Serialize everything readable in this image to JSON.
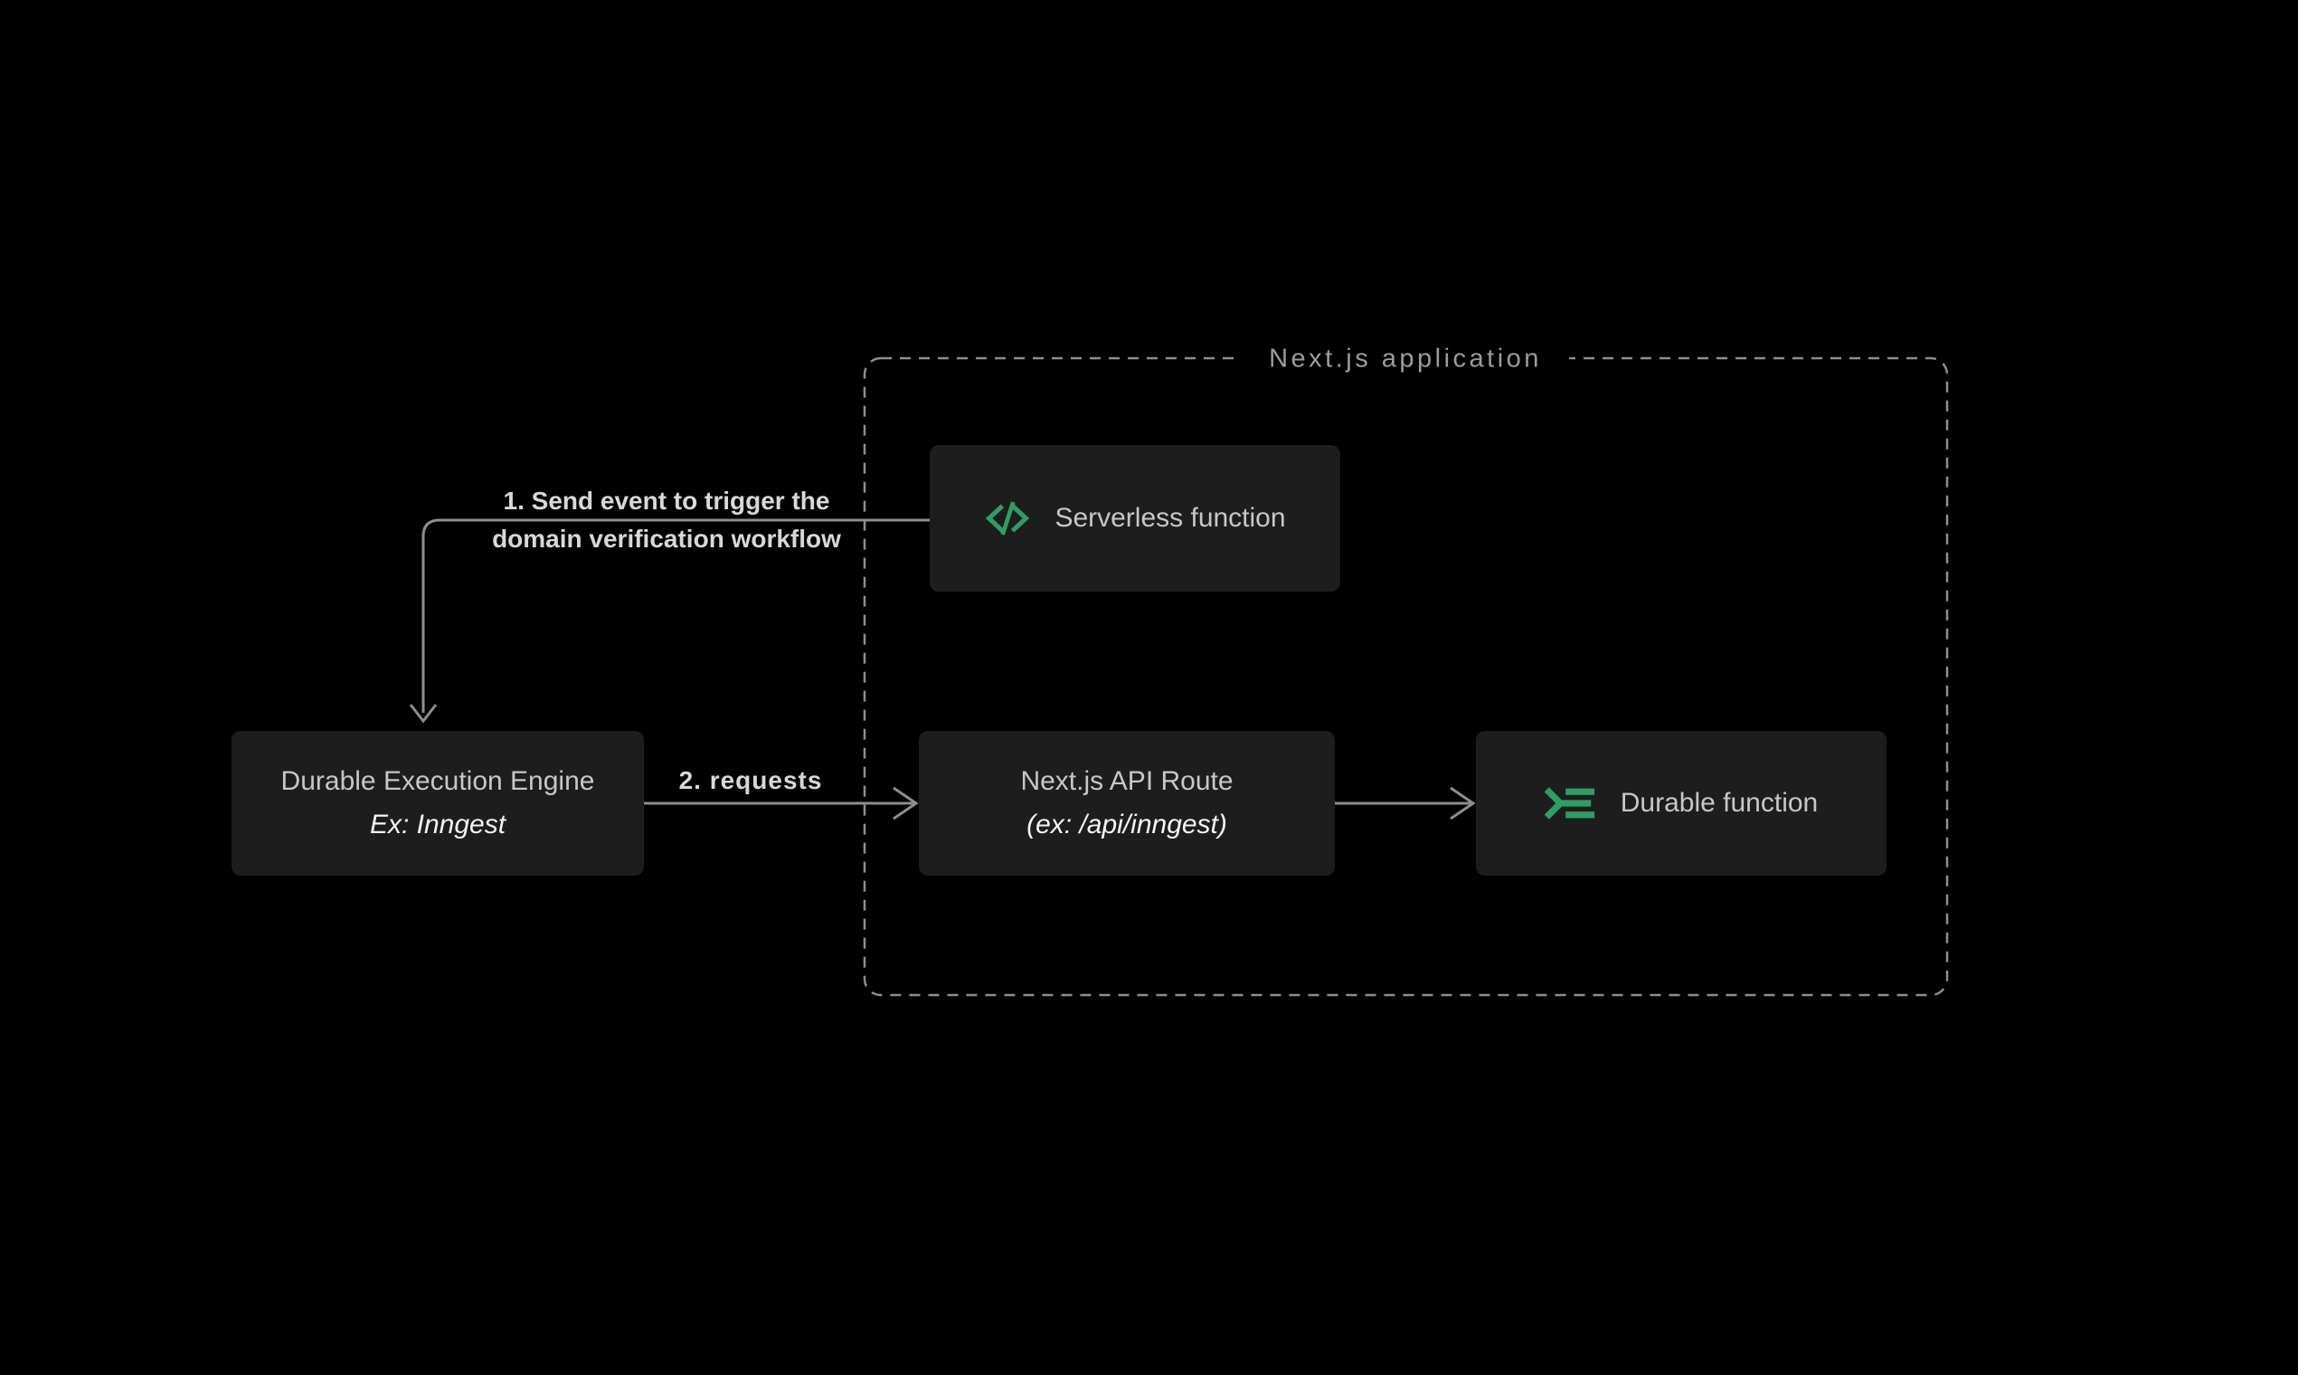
{
  "container": {
    "title": "Next.js application"
  },
  "nodes": {
    "serverless": {
      "label": "Serverless function",
      "icon": "code-icon"
    },
    "engine": {
      "title": "Durable Execution Engine",
      "subtitle": "Ex: Inngest"
    },
    "api_route": {
      "title": "Next.js API Route",
      "subtitle": "(ex: /api/inngest)"
    },
    "durable": {
      "label": "Durable function",
      "icon": "terminal-list-icon"
    }
  },
  "arrows": {
    "send_event": {
      "label_line1": "1. Send event to trigger the",
      "label_line2": "domain verification workflow"
    },
    "requests": {
      "label": "2. requests"
    },
    "api_to_durable": {
      "label": ""
    }
  },
  "colors": {
    "bg": "#000000",
    "node_bg": "#1d1d1d",
    "node_text": "#c7c7c7",
    "highlight_text": "#f5f5f5",
    "accent_green": "#2f9e64",
    "line_gray": "#8e8e8e",
    "title_text": "#9c9c9c",
    "label_text": "#d8d8d8"
  }
}
